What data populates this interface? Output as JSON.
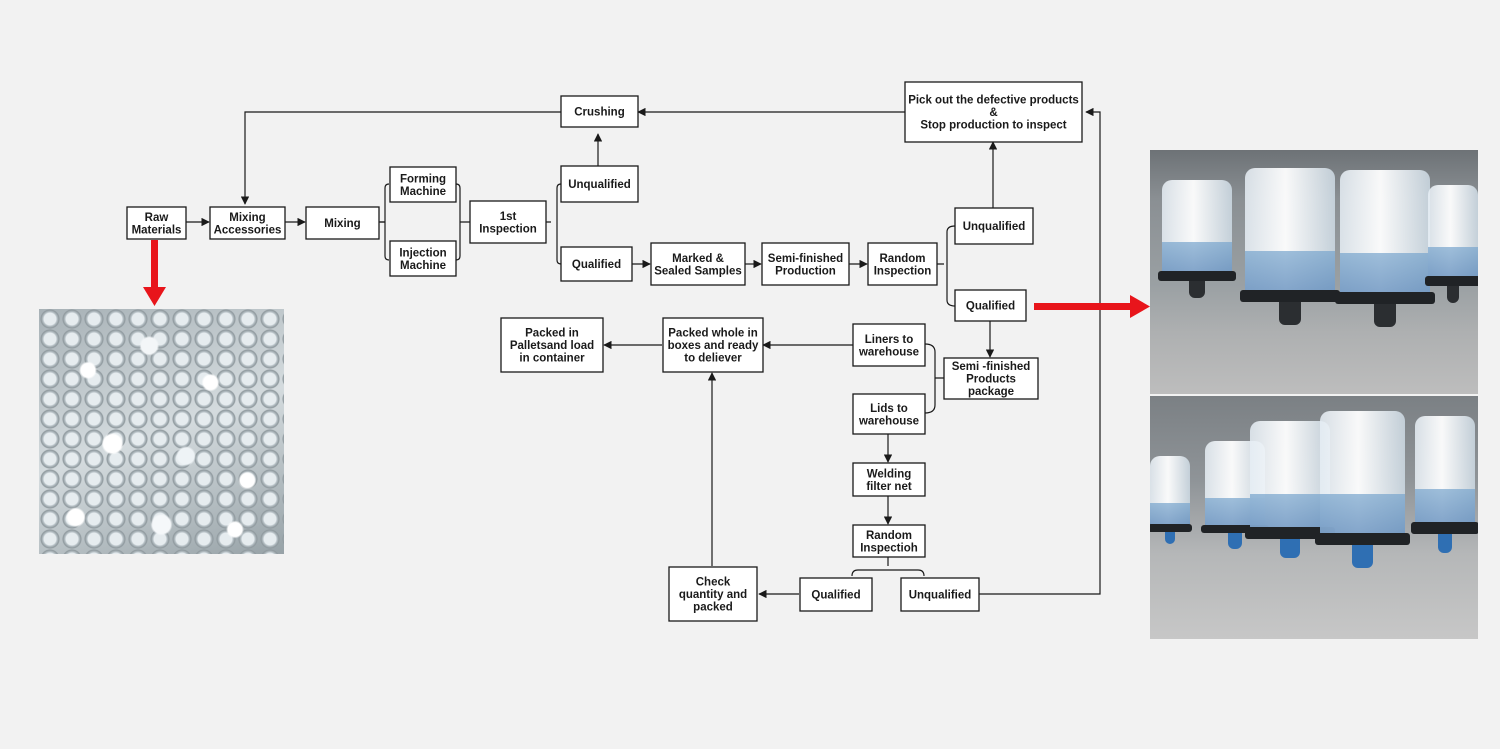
{
  "nodes": {
    "raw_materials": [
      "Raw",
      "Materials"
    ],
    "mixing_accessories": [
      "Mixing",
      "Accessories"
    ],
    "mixing": [
      "Mixing"
    ],
    "forming_machine": [
      "Forming",
      "Machine"
    ],
    "injection_machine": [
      "Injection",
      "Machine"
    ],
    "first_inspection": [
      "1st",
      "Inspection"
    ],
    "unqualified_1": [
      "Unqualified"
    ],
    "qualified_1": [
      "Qualified"
    ],
    "crushing": [
      "Crushing"
    ],
    "marked_sealed": [
      "Marked &",
      "Sealed Samples"
    ],
    "semi_finished_production": [
      "Semi-finished",
      "Production"
    ],
    "random_inspection_1": [
      "Random",
      "Inspection"
    ],
    "unqualified_2": [
      "Unqualified"
    ],
    "qualified_2": [
      "Qualified"
    ],
    "pick_out_defective": [
      "Pick out the defective products",
      "&",
      "Stop production to inspect"
    ],
    "liners_to_warehouse": [
      "Liners to",
      "warehouse"
    ],
    "lids_to_warehouse": [
      "Lids to",
      "warehouse"
    ],
    "semi_finished_package": [
      "Semi -finished",
      "Products",
      "package"
    ],
    "packed_boxes": [
      "Packed whole in",
      "boxes and ready",
      "to deliever"
    ],
    "packed_pallets": [
      "Packed in",
      "Palletsand load",
      "in container"
    ],
    "welding_filter": [
      "Welding",
      "filter net"
    ],
    "random_inspection_2": [
      "Random",
      "Inspectioh"
    ],
    "qualified_3": [
      "Qualified"
    ],
    "unqualified_3": [
      "Unqualified"
    ],
    "check_quantity": [
      "Check",
      "quantity and",
      "packed"
    ]
  },
  "photos": {
    "pellets": "plastic pellets photo",
    "feeders_top": "feeder cups production line photo",
    "feeders_bottom": "feeder cups with blue bases photo"
  },
  "colors": {
    "background": "#f2f2f2",
    "box_border": "#1a1a1a",
    "highlight_arrow": "#e8151b"
  }
}
